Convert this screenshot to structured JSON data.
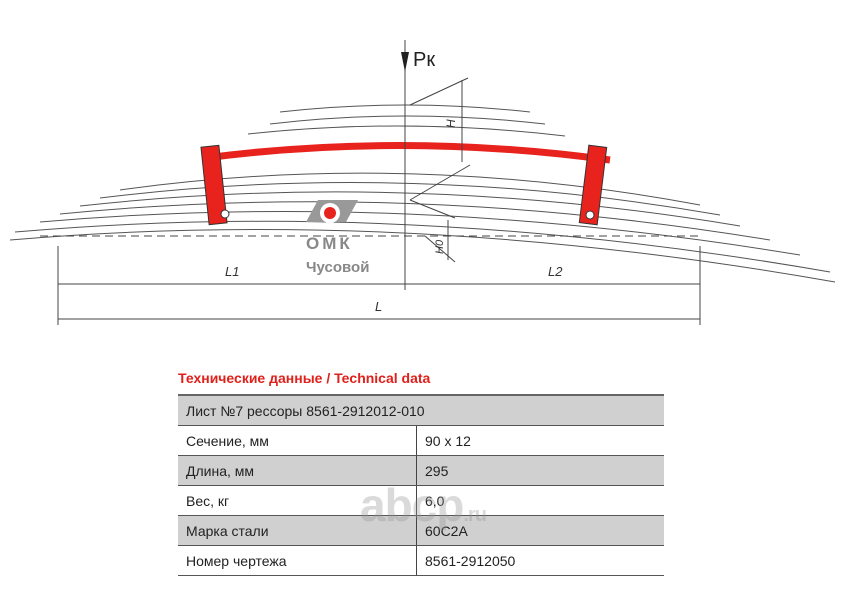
{
  "drawing": {
    "load_label": "Pк",
    "height_label": "H",
    "height0_label": "H0",
    "l1_label": "L1",
    "l2_label": "L2",
    "l_label": "L",
    "highlight_color": "#e8231e"
  },
  "logo": {
    "brand": "ОМК",
    "city": "Чусовой"
  },
  "table": {
    "title": "Технические данные / Technical data",
    "header": "Лист №7 рессоры 8561-2912012-010",
    "rows": [
      {
        "label": "Сечение, мм",
        "value": "90 x 12"
      },
      {
        "label": "Длина, мм",
        "value": "295"
      },
      {
        "label": "Вес, кг",
        "value": "6,0"
      },
      {
        "label": "Марка стали",
        "value": "60С2А"
      },
      {
        "label": "Номер чертежа",
        "value": "8561-2912050"
      }
    ]
  },
  "watermark": {
    "main": "abcp",
    "suffix": ".ru"
  }
}
